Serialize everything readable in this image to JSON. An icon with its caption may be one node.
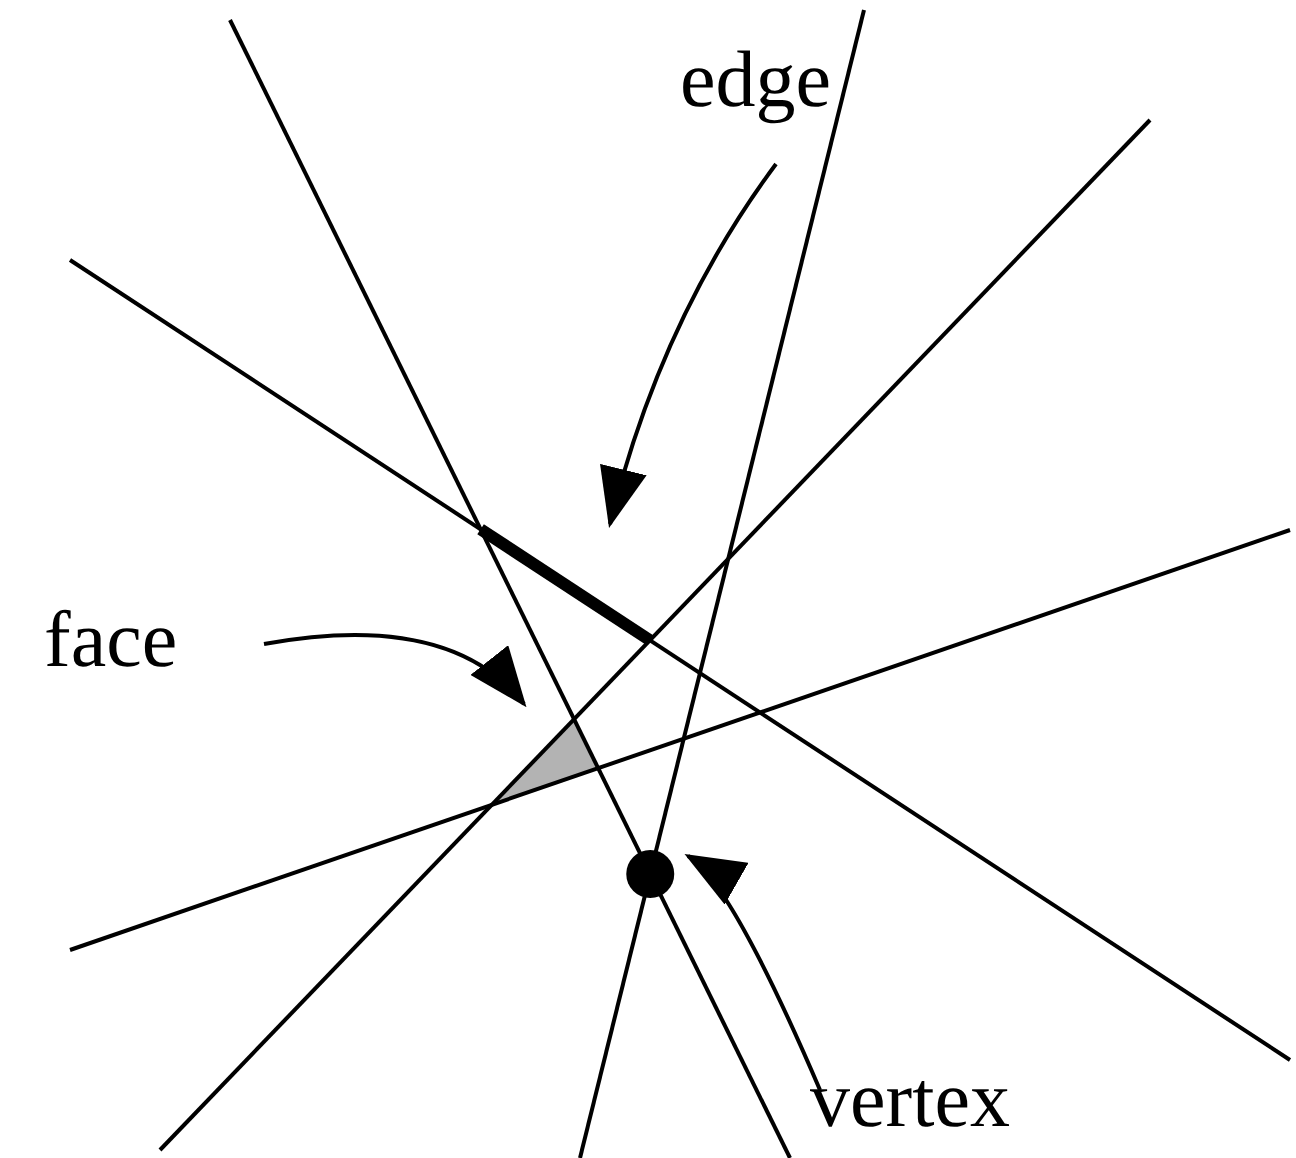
{
  "diagram": {
    "nodes": [
      {
        "text": [
          "edge"
        ]
      },
      {
        "text": [],
        "shape": "bar"
      },
      {
        "text": [
          "face"
        ]
      },
      {
        "text": [],
        "shape": "triangle"
      },
      {
        "text": [],
        "shape": "circle"
      },
      {
        "text": [
          "vertex"
        ]
      }
    ],
    "edges": [
      {
        "from": 0,
        "to": 1,
        "arrow": "to"
      },
      {
        "from": 2,
        "to": 3,
        "arrow": "to"
      },
      {
        "from": 5,
        "to": 4,
        "arrow": "to"
      }
    ]
  }
}
